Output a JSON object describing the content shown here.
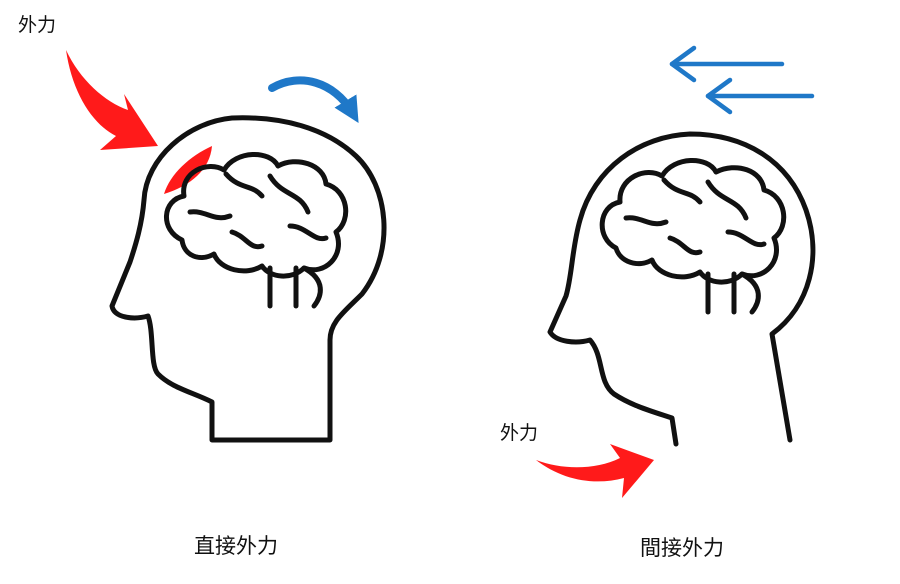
{
  "labels": {
    "force_top_left": "外力",
    "force_bottom": "外力",
    "caption_left": "直接外力",
    "caption_right": "間接外力"
  },
  "colors": {
    "outline": "#111111",
    "force_arrow": "#ff1a1a",
    "impact_area": "#ff1a1a",
    "motion_arrow": "#1f78c8"
  },
  "icons": [
    "head-with-brain-icon",
    "curved-force-arrow-icon",
    "curved-motion-arrow-icon",
    "double-left-arrow-icon"
  ]
}
